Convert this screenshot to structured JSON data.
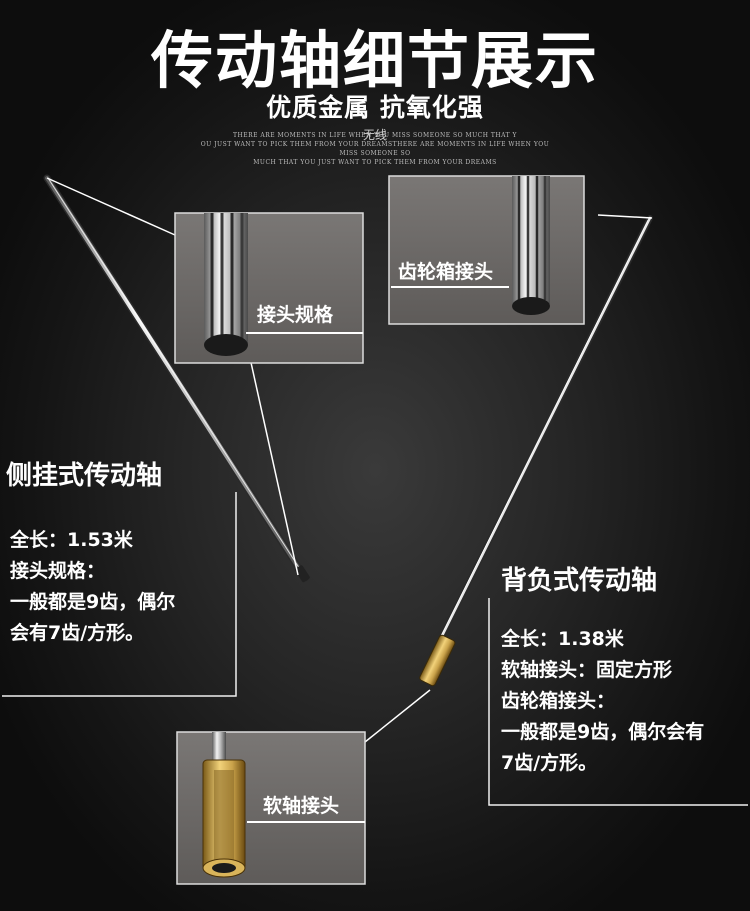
{
  "header": {
    "title": "传动轴细节展示",
    "subtitle": "优质金属  抗氧化强",
    "tagline_mark": "无线",
    "tagline_lines": [
      "THERE ARE MOMENTS IN LIFE WHEN YOU MISS SOMEONE SO MUCH THAT Y",
      "OU JUST WANT TO PICK THEM FROM YOUR DREAMSTHERE ARE MOMENTS IN LIFE WHEN YOU MISS SOMEONE SO",
      "MUCH THAT YOU JUST WANT TO PICK THEM FROM YOUR DREAMS"
    ]
  },
  "detail_photos": {
    "connector_spec": {
      "label": "接头规格"
    },
    "gearbox_connector": {
      "label": "齿轮箱接头"
    },
    "flexible_shaft_connector": {
      "label": "软轴接头"
    }
  },
  "side_mounted": {
    "title": "侧挂式传动轴",
    "specs": [
      "全长：1.53米",
      "接头规格：",
      "一般都是9齿，偶尔",
      "会有7齿/方形。"
    ]
  },
  "backpack": {
    "title": "背负式传动轴",
    "specs": [
      "全长：1.38米",
      "软轴接头：固定方形",
      "齿轮箱接头：",
      "一般都是9齿，偶尔会有",
      "7齿/方形。"
    ]
  },
  "colors": {
    "background": "#1a1a1a",
    "text": "#ffffff",
    "photo_panel": "#6e6b69",
    "brass": "#c9a24a"
  }
}
